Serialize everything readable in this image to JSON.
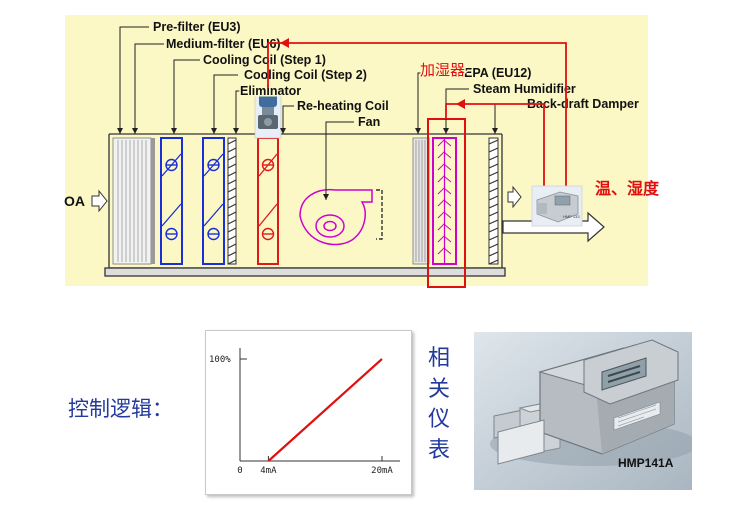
{
  "schematic": {
    "labels": {
      "pre_filter": "Pre-filter (EU3)",
      "medium_filter": "Medium-filter (EU6)",
      "cooling_coil_1": "Cooling Coil (Step 1)",
      "cooling_coil_2": "Cooling Coil (Step 2)",
      "eliminator": "Eliminator",
      "reheating_coil": "Re-heating Coil",
      "fan": "Fan",
      "hepa": "HEPA (EU12)",
      "steam_humidifier": "Steam Humidifier",
      "back_draft_damper": "Back-draft Damper",
      "oa": "OA",
      "humidifier_cn": "加湿器",
      "temp_humidity_cn": "温、湿度",
      "sensor_tag": "HMP 133"
    },
    "colors": {
      "background": "#fbf8c6",
      "coil_blue": "#1a2fd8",
      "reheat_red": "#e01818",
      "humidifier_magenta": "#d000d0",
      "signal_red": "#e01010"
    }
  },
  "control": {
    "logic_label": "控制逻辑：",
    "vertical_title": [
      "相",
      "关",
      "仪",
      "表"
    ],
    "model": "HMP141A"
  },
  "chart_data": {
    "type": "line",
    "y_tick_labels": [
      "100%"
    ],
    "x_tick_labels": [
      "0",
      "4mA",
      "20mA"
    ],
    "xlim": [
      0,
      20
    ],
    "ylim": [
      0,
      100
    ],
    "series": [
      {
        "x": [
          4,
          20
        ],
        "y": [
          0,
          100
        ],
        "color": "#e01010"
      }
    ]
  }
}
